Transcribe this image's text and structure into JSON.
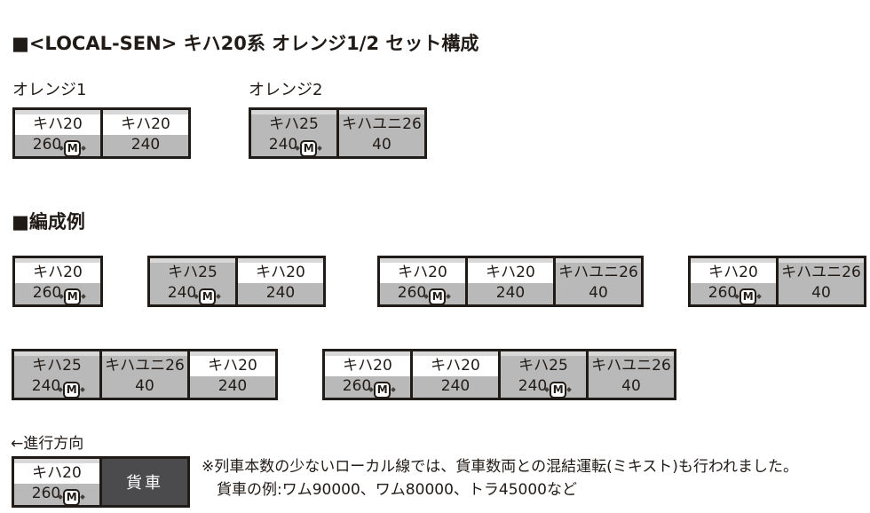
{
  "title": "■<LOCAL-SEN> キハ20系 オレンジ1/2 セット構成",
  "examples_heading": "■編成例",
  "direction_label": "←進行方向",
  "motor_badge": "M",
  "sets": [
    {
      "label": "オレンジ1",
      "cars": [
        {
          "name": "キハ20",
          "number": "260",
          "motor": true,
          "body": "white"
        },
        {
          "name": "キハ20",
          "number": "240",
          "motor": false,
          "body": "white"
        }
      ]
    },
    {
      "label": "オレンジ2",
      "cars": [
        {
          "name": "キハ25",
          "number": "240",
          "motor": true,
          "body": "gray"
        },
        {
          "name": "キハユニ26",
          "number": "40",
          "motor": false,
          "body": "gray"
        }
      ]
    }
  ],
  "example_rows": [
    [
      {
        "cars": [
          {
            "name": "キハ20",
            "number": "260",
            "motor": true,
            "body": "white"
          }
        ]
      },
      {
        "cars": [
          {
            "name": "キハ25",
            "number": "240",
            "motor": true,
            "body": "gray"
          },
          {
            "name": "キハ20",
            "number": "240",
            "motor": false,
            "body": "white"
          }
        ]
      },
      {
        "cars": [
          {
            "name": "キハ20",
            "number": "260",
            "motor": true,
            "body": "white"
          },
          {
            "name": "キハ20",
            "number": "240",
            "motor": false,
            "body": "white"
          },
          {
            "name": "キハユニ26",
            "number": "40",
            "motor": false,
            "body": "gray"
          }
        ]
      },
      {
        "cars": [
          {
            "name": "キハ20",
            "number": "260",
            "motor": true,
            "body": "white"
          },
          {
            "name": "キハユニ26",
            "number": "40",
            "motor": false,
            "body": "gray"
          }
        ]
      }
    ],
    [
      {
        "cars": [
          {
            "name": "キハ25",
            "number": "240",
            "motor": true,
            "body": "gray"
          },
          {
            "name": "キハユニ26",
            "number": "40",
            "motor": false,
            "body": "gray"
          },
          {
            "name": "キハ20",
            "number": "240",
            "motor": false,
            "body": "white"
          }
        ]
      },
      {
        "cars": [
          {
            "name": "キハ20",
            "number": "260",
            "motor": true,
            "body": "white"
          },
          {
            "name": "キハ20",
            "number": "240",
            "motor": false,
            "body": "white"
          },
          {
            "name": "キハ25",
            "number": "240",
            "motor": true,
            "body": "gray"
          },
          {
            "name": "キハユニ26",
            "number": "40",
            "motor": false,
            "body": "gray"
          }
        ]
      }
    ]
  ],
  "mixed_consist": {
    "cars": [
      {
        "name": "キハ20",
        "number": "260",
        "motor": true,
        "body": "white"
      },
      {
        "label": "貨車",
        "body": "dark"
      }
    ]
  },
  "note": {
    "line1": "※列車本数の少ないローカル線では、貨車数両との混結運転(ミキスト)も行われました。",
    "line2": "貨車の例:ワム90000、ワム80000、トラ45000など"
  },
  "colors": {
    "car_gray": "#b9b9b9",
    "roof_strip_gray": "#d8d8d8",
    "freight_dark": "#4b4b4d",
    "outline_black": "#211b17",
    "car_white": "#ffffff"
  }
}
